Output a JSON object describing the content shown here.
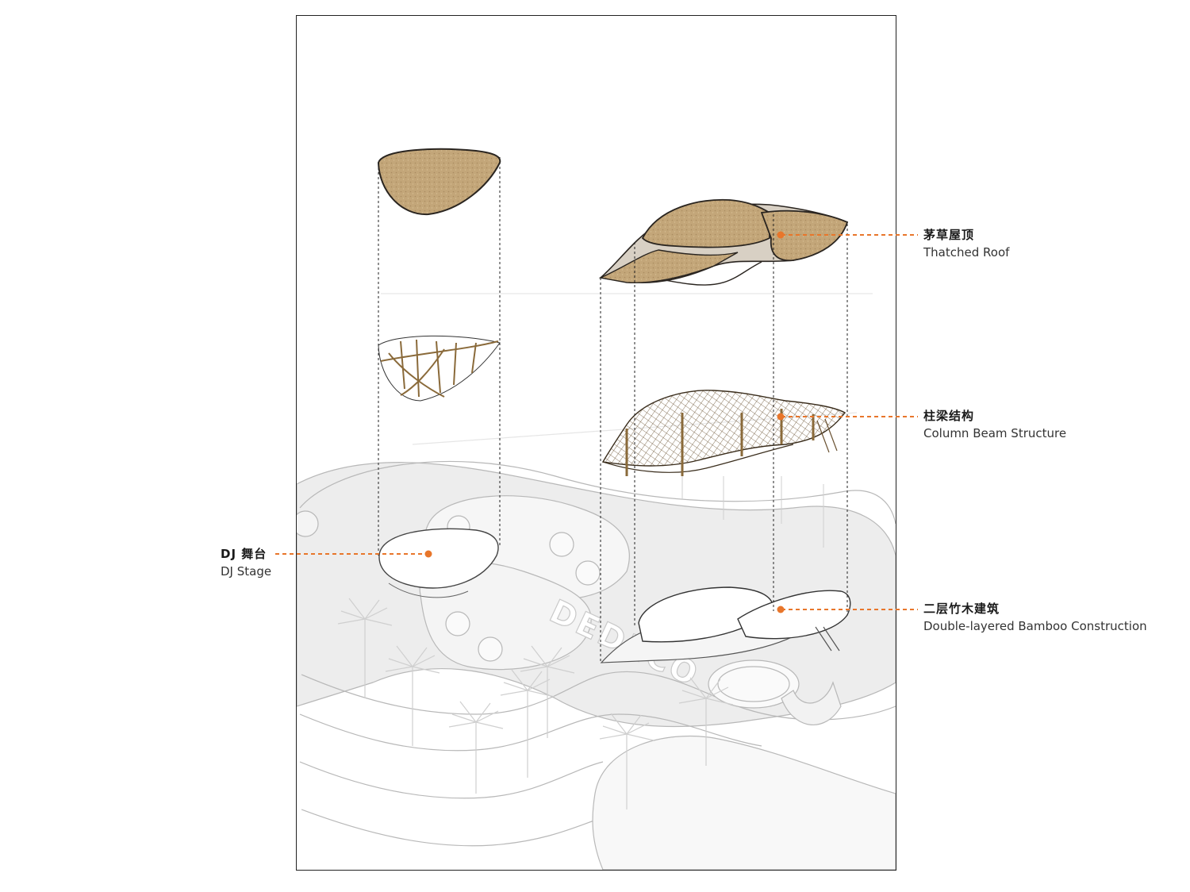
{
  "annotations": {
    "thatched_roof": {
      "cn": "茅草屋顶",
      "en": "Thatched Roof"
    },
    "column_beam": {
      "cn": "柱梁结构",
      "en": "Column Beam Structure"
    },
    "dj_stage": {
      "cn": "DJ 舞台",
      "en": "DJ Stage"
    },
    "bamboo_construction": {
      "cn": "二层竹木建筑",
      "en": "Double-layered Bamboo Construction"
    }
  },
  "site_text": "DEDECO",
  "colors": {
    "accent": "#e8762b",
    "thatch": "#c2a57a",
    "bamboo": "#8a6a3a",
    "outline": "#2a2520",
    "site_line": "#b8b8b8",
    "site_fill": "#ececec"
  }
}
